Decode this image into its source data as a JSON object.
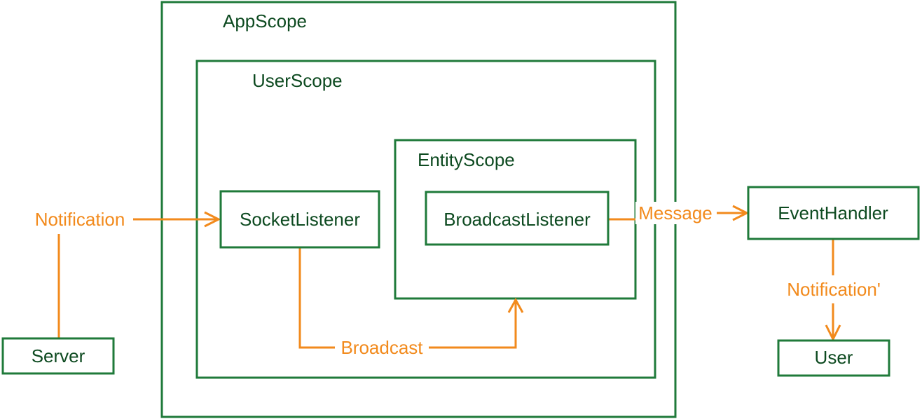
{
  "scopes": {
    "app_scope": "AppScope",
    "user_scope": "UserScope",
    "entity_scope": "EntityScope"
  },
  "components": {
    "socket_listener": "SocketListener",
    "broadcast_listener": "BroadcastListener",
    "event_handler": "EventHandler",
    "server": "Server",
    "user": "User"
  },
  "flows": {
    "notification": "Notification",
    "broadcast": "Broadcast",
    "message": "Message",
    "notification_prime": "Notification'"
  },
  "colors": {
    "box_stroke": "#1f7a3a",
    "text": "#0d4a20",
    "flow": "#f28a1c"
  }
}
